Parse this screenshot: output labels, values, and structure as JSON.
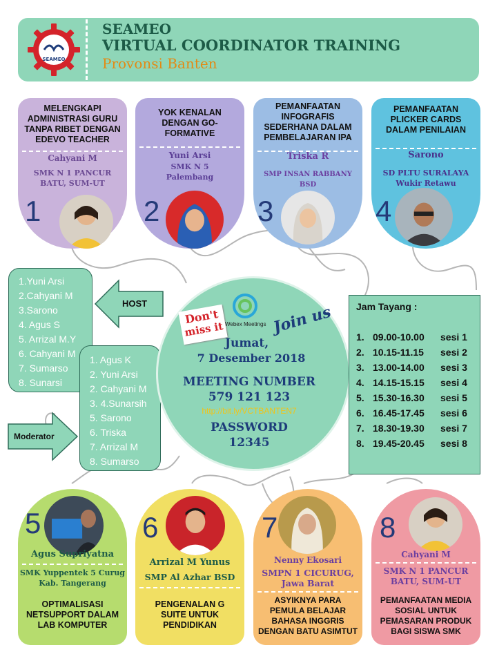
{
  "header": {
    "org": "SEAMEO",
    "title": "VIRTUAL COORDINATOR TRAINING",
    "subtitle": "Provonsi Banten",
    "logo_text": "SEAMEO"
  },
  "sessions_top": [
    {
      "num": "1",
      "title": "MELENGKAPI ADMINISTRASI GURU TANPA RIBET DENGAN EDEVO TEACHER",
      "name": "Cahyani M",
      "school": "SMK N 1 PANCUR BATU, SUM-UT"
    },
    {
      "num": "2",
      "title": "YOK KENALAN DENGAN GO-FORMATIVE",
      "name": "Yuni Arsi",
      "school": "SMK N 5 Palembang"
    },
    {
      "num": "3",
      "title": "PEMANFAATAN INFOGRAFIS SEDERHANA DALAM PEMBELAJARAN IPA",
      "name": "Triska R",
      "school": "SMP INSAN RABBANY BSD"
    },
    {
      "num": "4",
      "title": "PEMANFAATAN PLICKER CARDS DALAM PENILAIAN",
      "name": "Sarono",
      "school": "SD PLTU SURALAYA Wukir Retawu"
    }
  ],
  "sessions_bottom": [
    {
      "num": "5",
      "name": "Agus Supriyatna",
      "school": "SMK Yuppentek 5 Curug Kab. Tangerang",
      "title": "OPTIMALISASI NETSUPPORT  DALAM LAB KOMPUTER"
    },
    {
      "num": "6",
      "name": "Arrizal M Yunus",
      "school": "SMP Al Azhar BSD",
      "title": "PENGENALAN G SUITE UNTUK PENDIDIKAN"
    },
    {
      "num": "7",
      "name": "Nenny Ekosari",
      "school": "SMPN 1 CICURUG, Jawa Barat",
      "title": "ASYIKNYA PARA PEMULA BELAJAR BAHASA INGGRIS DENGAN BATU ASIMTUT"
    },
    {
      "num": "8",
      "name": "Cahyani M",
      "school": "SMK N 1 PANCUR BATU, SUM-UT",
      "title": "PEMANFAATAN MEDIA SOSIAL UNTUK PEMASARAN PRODUK BAGI SISWA SMK"
    }
  ],
  "host": {
    "label": "HOST",
    "items": [
      "1.Yuni Arsi",
      "2.Cahyani M",
      "3.Sarono",
      "4. Agus S",
      "5. Arrizal M.Y",
      "6. Cahyani M",
      "7. Sumarso",
      "8. Sunarsi"
    ]
  },
  "moderator": {
    "label": "Moderator",
    "items": [
      "1. Agus K",
      "2. Yuni Arsi",
      "2. Cahyani M",
      "3. 4.Sunarsih",
      "5. Sarono",
      "6. Triska",
      "7. Arrizal M",
      "8. Sumarso"
    ]
  },
  "schedule": {
    "title": "Jam Tayang :",
    "rows": [
      {
        "n": "1.",
        "time": "09.00-10.00",
        "sesi": "sesi 1"
      },
      {
        "n": "2.",
        "time": "10.15-11.15",
        "sesi": "sesi 2"
      },
      {
        "n": "3.",
        "time": "13.00-14.00",
        "sesi": "sesi 3"
      },
      {
        "n": "4.",
        "time": "14.15-15.15",
        "sesi": "sesi 4"
      },
      {
        "n": "5.",
        "time": "15.30-16.30",
        "sesi": "sesi 5"
      },
      {
        "n": "6.",
        "time": "16.45-17.45",
        "sesi": "sesi 6"
      },
      {
        "n": "7.",
        "time": "18.30-19.30",
        "sesi": "sesi 7"
      },
      {
        "n": "8.",
        "time": "19.45-20.45",
        "sesi": "sesi 8"
      }
    ]
  },
  "event": {
    "dont_1": "Don't",
    "dont_2": "miss it",
    "webex": "Webex Meetings",
    "join": "Join us",
    "day": "Jumat,",
    "date": "7 Desember 2018",
    "meeting_label": "MEETING NUMBER",
    "meeting_number": "579 121 123",
    "link": "http://bit.ly/VCTBANTEN7",
    "password_label": "PASSWORD",
    "password": "12345"
  },
  "colors": {
    "mint": "#8fd6b8",
    "header_text": "#1d5b47",
    "subtitle": "#e38a14",
    "card1": "#c9b3db",
    "card2": "#b3a9dd",
    "card3": "#9cbde4",
    "card4": "#5fc2df",
    "card5": "#b6dc6e",
    "card6": "#f1df63",
    "card7": "#f7be72",
    "card8": "#ef9aa3",
    "logo_red": "#d4232a"
  }
}
